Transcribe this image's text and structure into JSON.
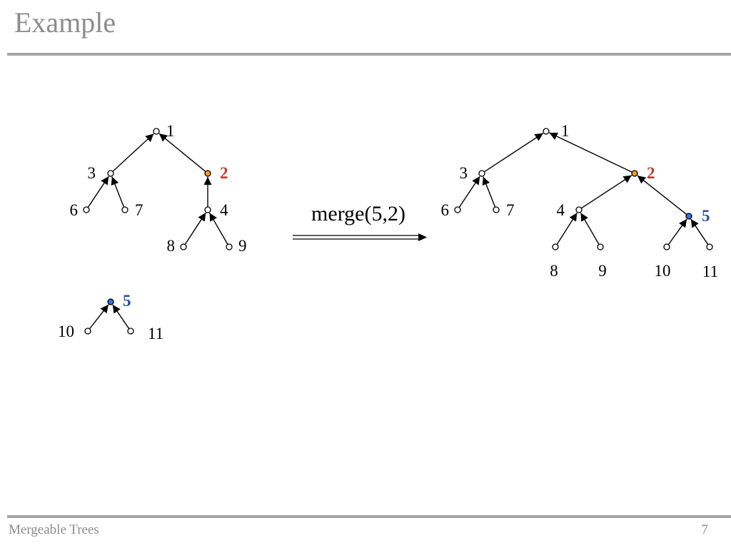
{
  "title": "Example",
  "footer": {
    "left": "Mergeable Trees",
    "page": "7"
  },
  "colors": {
    "highlight_orange": "#f39c1f",
    "highlight_blue": "#2f6fe8",
    "label_orange": "#c0392b",
    "label_blue": "#1f4e9e"
  },
  "operation": "merge(5,2)",
  "left_trees": {
    "nodes": [
      "1",
      "3",
      "2",
      "6",
      "7",
      "4",
      "8",
      "9",
      "5",
      "10",
      "11"
    ],
    "edges": [
      [
        "3",
        "1"
      ],
      [
        "2",
        "1"
      ],
      [
        "6",
        "3"
      ],
      [
        "7",
        "3"
      ],
      [
        "4",
        "2"
      ],
      [
        "8",
        "4"
      ],
      [
        "9",
        "4"
      ],
      [
        "10",
        "5"
      ],
      [
        "11",
        "5"
      ]
    ]
  },
  "right_tree": {
    "nodes": [
      "1",
      "3",
      "2",
      "6",
      "7",
      "4",
      "5",
      "8",
      "9",
      "10",
      "11"
    ],
    "edges": [
      [
        "3",
        "1"
      ],
      [
        "2",
        "1"
      ],
      [
        "6",
        "3"
      ],
      [
        "7",
        "3"
      ],
      [
        "4",
        "2"
      ],
      [
        "5",
        "2"
      ],
      [
        "8",
        "4"
      ],
      [
        "9",
        "4"
      ],
      [
        "10",
        "5"
      ],
      [
        "11",
        "5"
      ]
    ]
  },
  "highlighted": {
    "2": "orange",
    "5": "blue"
  }
}
